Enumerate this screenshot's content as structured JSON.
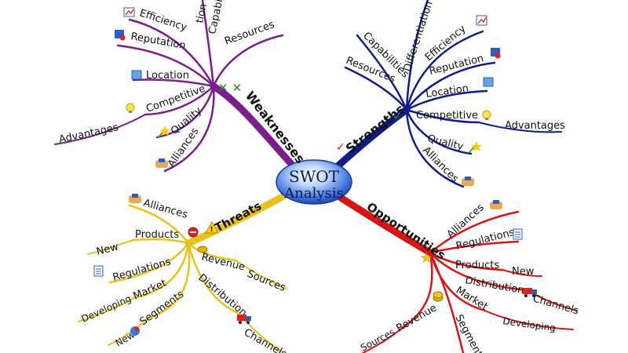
{
  "center": {
    "line1": "SWOT",
    "line2": "Analysis"
  },
  "colors": {
    "weaknesses": "#7a1e8c",
    "strengths": "#0f1c8c",
    "threats": "#e8c21c",
    "opportunities": "#d81414"
  },
  "weaknesses": {
    "label": "Weaknesses",
    "marks": "✕ ✕",
    "items": {
      "capabilities": "Capabilities",
      "efficiency": "Efficiency",
      "resources": "Resources",
      "reputation": "Reputation",
      "location": "Location",
      "competitive": "Competitive",
      "advantages": "Advantages",
      "quality": "Quality",
      "alliances": "Alliances",
      "top_fragment": "tion"
    }
  },
  "strengths": {
    "label": "Strengths",
    "items": {
      "capabilities": "Capabilities",
      "differentiation": "Differentiation",
      "efficiency": "Efficiency",
      "reputation": "Reputation",
      "resources": "Resources",
      "location": "Location",
      "competitive": "Competitive",
      "advantages": "Advantages",
      "quality": "Quality",
      "alliances": "Alliances"
    }
  },
  "threats": {
    "label": "Threats",
    "items": {
      "alliances": "Alliances",
      "products": "Products",
      "new_products": "New",
      "regulations": "Regulations",
      "revenue": "Revenue",
      "sources": "Sources",
      "market": "Market",
      "developing": "Developing",
      "segments": "Segments",
      "new_segments": "New",
      "distribution": "Distribution",
      "channels": "Channels"
    }
  },
  "opportunities": {
    "label": "Opportunities",
    "items": {
      "alliances": "Alliances",
      "regulations": "Regulations",
      "products": "Products",
      "new_products": "New",
      "distribution": "Distribution",
      "channels": "Channels",
      "market": "Market",
      "developing": "Developing",
      "revenue": "Revenue",
      "sources": "Sources",
      "segments": "Segments"
    }
  }
}
